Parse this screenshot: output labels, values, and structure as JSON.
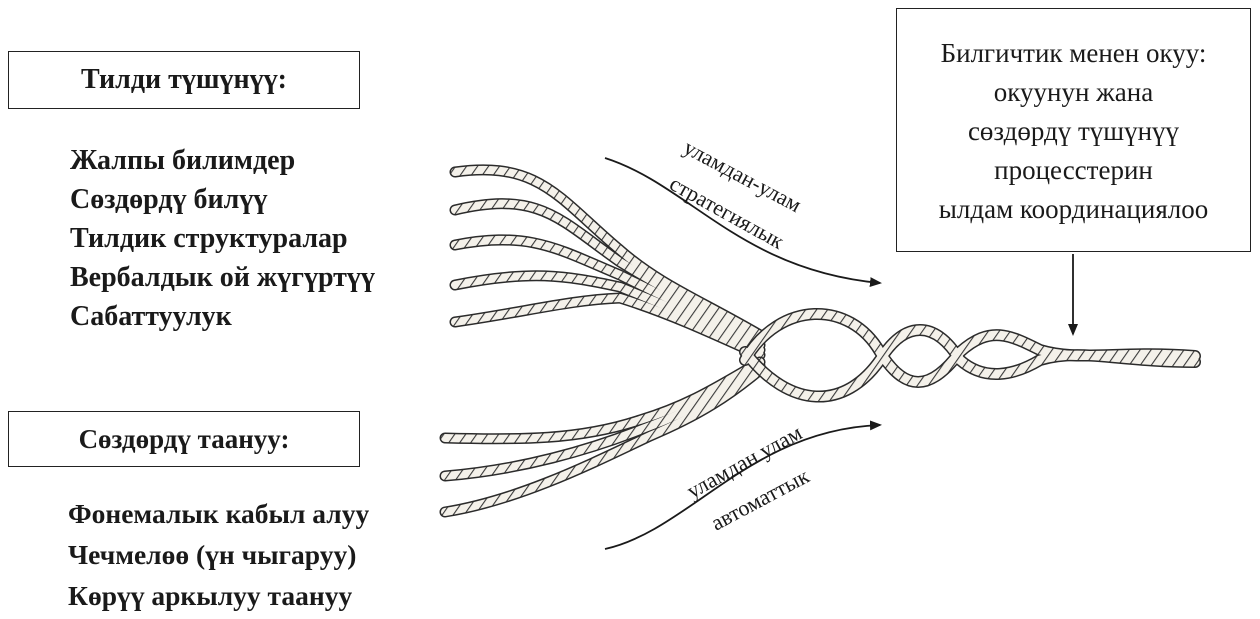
{
  "language_comprehension": {
    "title": "Тилди түшүнүү:",
    "items": [
      "Жалпы билимдер",
      "Сөздөрдү билүү",
      "Тилдик структуралар",
      "Вербалдык ой жүгүртүү",
      "Сабаттуулук"
    ]
  },
  "word_recognition": {
    "title": "Сөздөрдү таануу:",
    "items": [
      "Фонемалык кабыл алуу",
      "Чечмелөө (үн чыгаруу)",
      "Көрүү аркылуу таануу"
    ]
  },
  "skilled_reading": {
    "lines": [
      "Билгичтик менен окуу:",
      "окуунун жана",
      "сөздөрдү түшүнүү",
      "процесстерин",
      "ылдам координациялоо"
    ]
  },
  "arrows": {
    "upper": {
      "line1": "уламдан-улам",
      "line2": "стратегиялык"
    },
    "lower": {
      "line1": "уламдан улам",
      "line2": "автоматтык"
    }
  },
  "colors": {
    "ink": "#1a1a1a",
    "rope_fill": "#f4f1ea",
    "rope_stroke": "#2b2b2b"
  }
}
